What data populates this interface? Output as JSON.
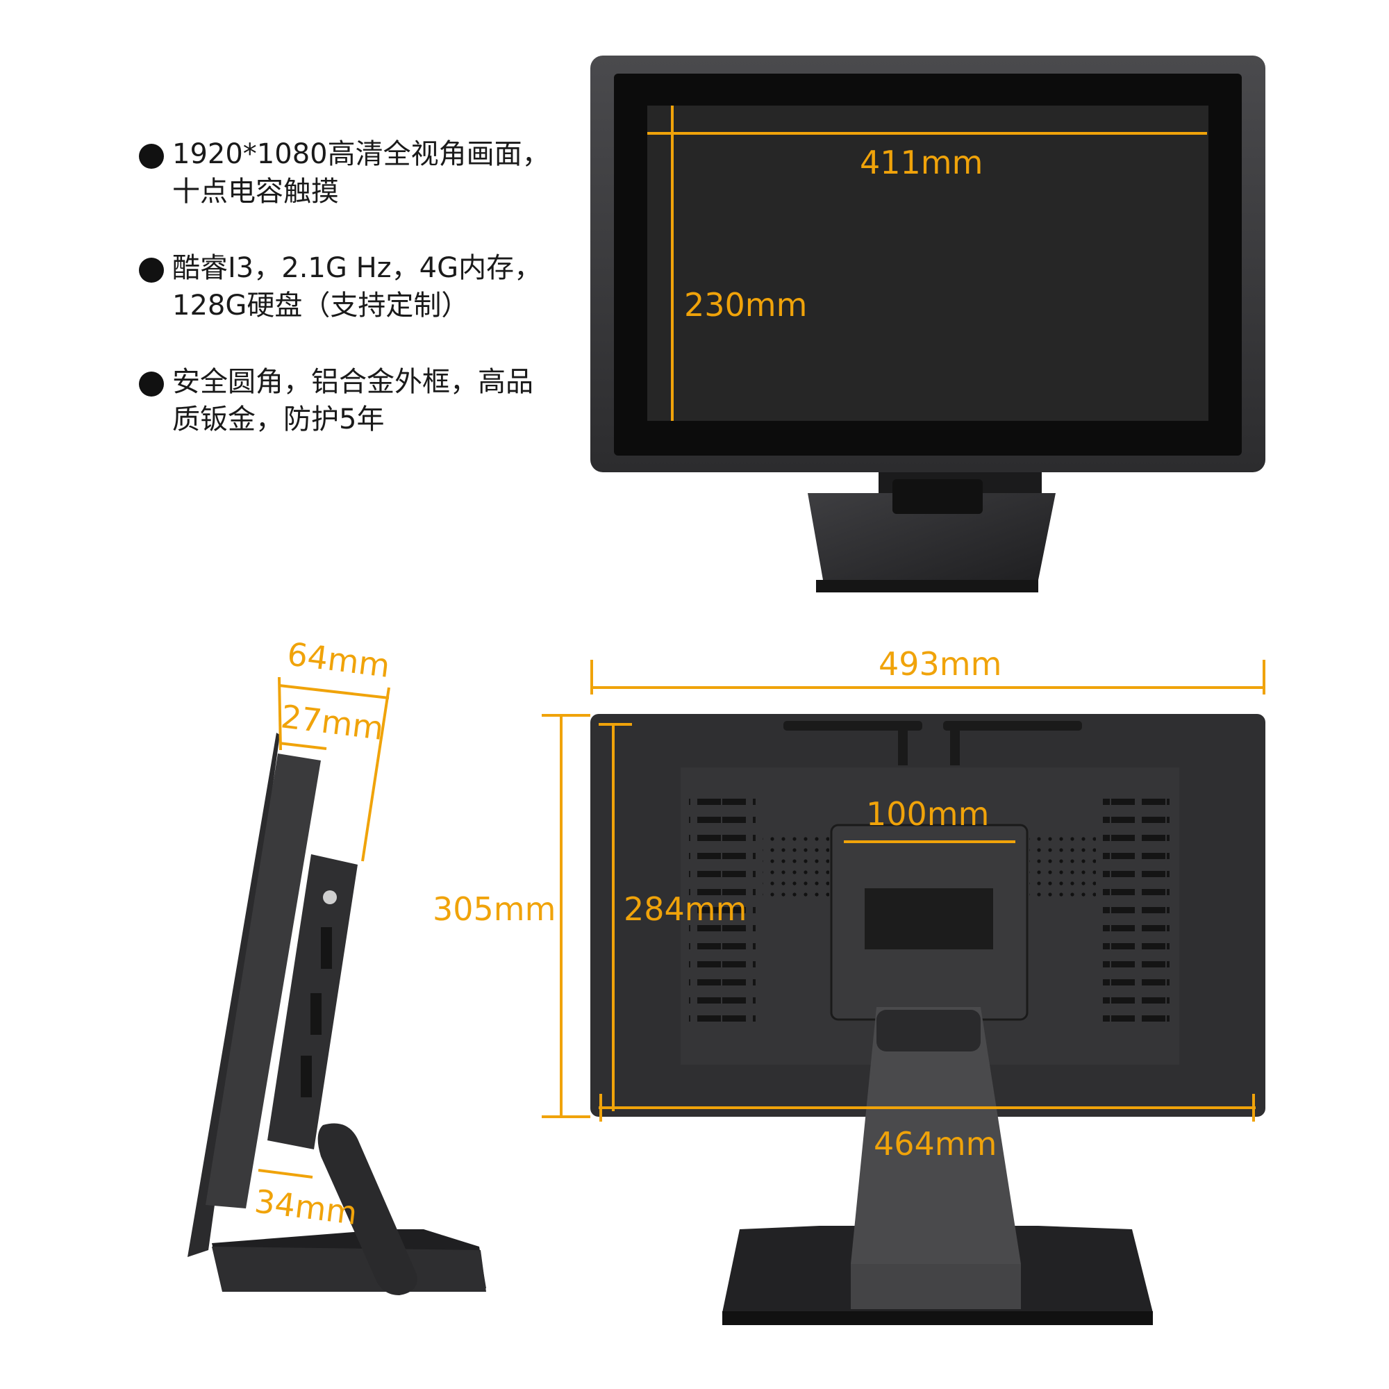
{
  "features": [
    {
      "lines": [
        "1920*1080高清全视角画面，",
        "十点电容触摸"
      ]
    },
    {
      "lines": [
        "酷睿I3，2.1G Hz，4G内存，",
        "128G硬盘（支持定制）"
      ]
    },
    {
      "lines": [
        "安全圆角，铝合金外框，高品",
        "质钣金，防护5年"
      ]
    }
  ],
  "dimensions": {
    "screen_width": "411mm",
    "screen_height": "230mm",
    "total_width": "493mm",
    "total_height": "305mm",
    "inner_height": "284mm",
    "inner_width": "464mm",
    "vesa": "100mm",
    "depth_total": "64mm",
    "depth_panel": "27mm",
    "depth_lower": "34mm"
  },
  "colors": {
    "accent": "#f0a30a",
    "device": "#2b2b2d",
    "screen": "#222222"
  }
}
